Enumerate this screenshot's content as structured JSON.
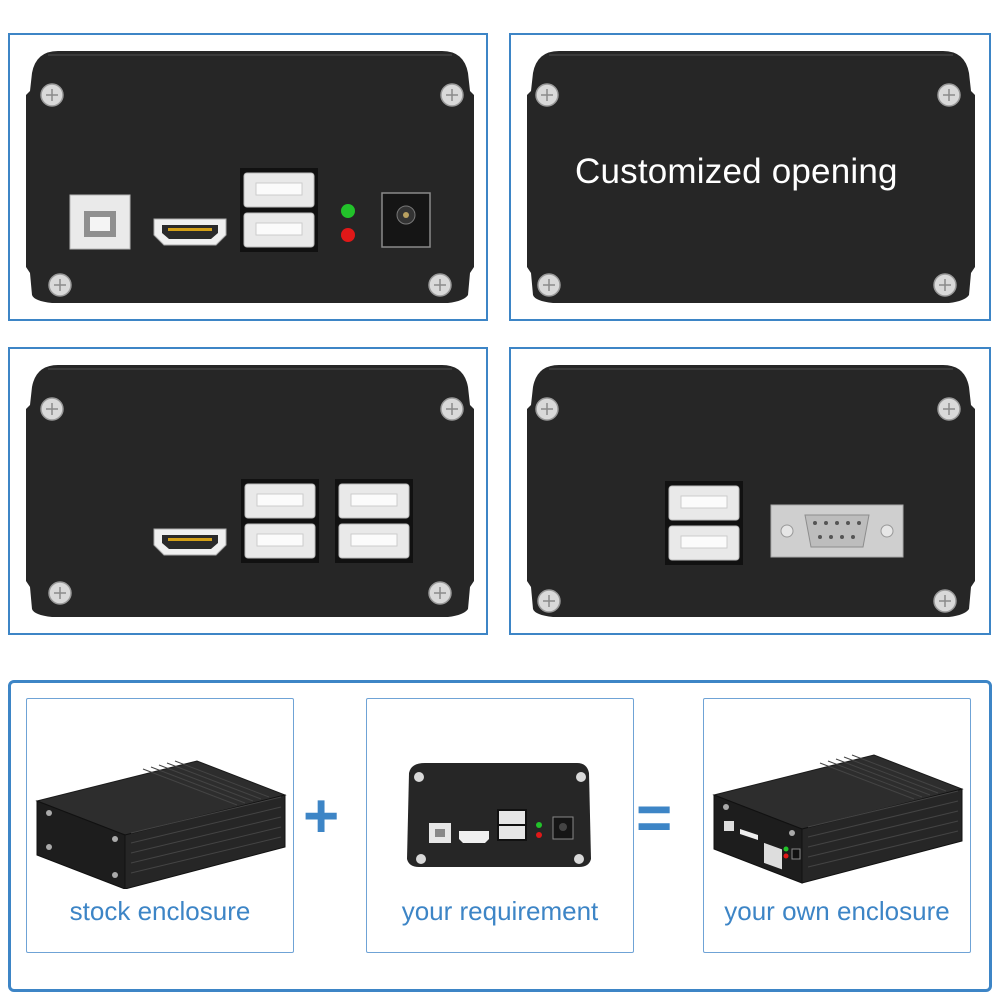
{
  "panels": {
    "top_right": {
      "text": "Customized opening"
    }
  },
  "equation": {
    "plus_symbol": "+",
    "equals_symbol": "=",
    "items": [
      {
        "label": "stock enclosure"
      },
      {
        "label": "your requirement"
      },
      {
        "label": "your own enclosure"
      }
    ]
  },
  "colors": {
    "accent": "#3d85c6",
    "panel_body": "#262626",
    "led_green": "#22c22a",
    "led_red": "#e01818"
  }
}
